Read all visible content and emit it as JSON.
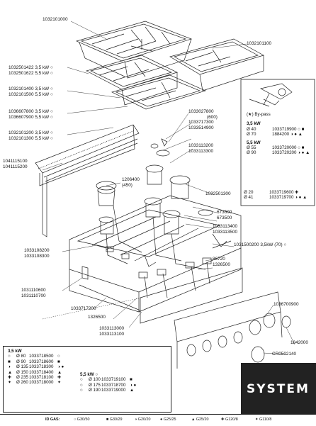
{
  "callouts": {
    "grid_top": "1032101000",
    "grid_right": "1032101100",
    "burner_a_1": "1032501422",
    "burner_a_1_power": "3,5 kW",
    "burner_a_2": "1032501622",
    "burner_a_2_power": "5,5 kW",
    "burner_b_1": "1032101400",
    "burner_b_1_power": "3,5 kW",
    "burner_b_2": "1032101500",
    "burner_b_2_power": "5,5 kW",
    "burner_c_1": "1036607800",
    "burner_c_1_power": "3,5 kW",
    "burner_c_2": "1036607900",
    "burner_c_2_power": "5,5 kW",
    "burner_d_1": "1032101200",
    "burner_d_1_power": "3,5 kW",
    "burner_d_2": "1032101300",
    "burner_d_2_power": "5,5 kW",
    "panel_1": "1041115100",
    "panel_2": "1041115200",
    "cap_1": "1033027800",
    "cap_1_sub": "(600)",
    "cap_2": "1033717300",
    "cap_3": "1033514900",
    "thermo_1": "1033113200",
    "thermo_2": "1033113300",
    "injector": "1206400",
    "injector_sub": "(450)",
    "pipe": "1032501300",
    "fit_1": "673600",
    "fit_2": "673500",
    "valve_1": "1033113400",
    "valve_2": "1033113500",
    "nozzle": "1031500200",
    "nozzle_extra": "3,5kW (70)",
    "seal_1": "86720",
    "seal_2": "1326500",
    "frame_1": "1033108200",
    "frame_2": "1033108300",
    "side_1": "1031110600",
    "side_2": "1031110700",
    "tap_1": "1033717200",
    "tap_2": "1326500",
    "thermocouple_1": "1033113000",
    "thermocouple_2": "1033113100",
    "knob": "1036700900",
    "ring": "1842000",
    "knob_set": "CR0502140"
  },
  "bypass_box": {
    "bypass_label": "(★) By-pass",
    "group1_title": "3,5 kW",
    "group1_rows": [
      {
        "dia": "Ø 40",
        "code": "1033719900",
        "gas": "○ ■"
      },
      {
        "dia": "Ø 70",
        "code": "1884200",
        "gas": "◑ ● ▲"
      }
    ],
    "group2_title": "5,5 kW",
    "group2_rows": [
      {
        "dia": "Ø 55",
        "code": "1033720000",
        "gas": "○ ■"
      },
      {
        "dia": "Ø 90",
        "code": "1033720200",
        "gas": "◑ ● ▲"
      }
    ],
    "extra_rows": [
      {
        "dia": "Ø 20",
        "code": "1033719600",
        "gas": "✚"
      },
      {
        "dia": "Ø 41",
        "code": "1033719700",
        "gas": "◑ ● ▲"
      }
    ]
  },
  "injector_box": {
    "left_title": "3,5 kW",
    "left_rows": [
      {
        "sym": "○",
        "dia": "Ø 80",
        "code": "1033718500",
        "gas": "○"
      },
      {
        "sym": "■",
        "dia": "Ø 90",
        "code": "1033718600",
        "gas": "■"
      },
      {
        "sym": "◑",
        "dia": "Ø 135",
        "code": "1033718300",
        "gas": "◑ ●"
      },
      {
        "sym": "▲",
        "dia": "Ø 150",
        "code": "1033718400",
        "gas": "▲"
      },
      {
        "sym": "✚",
        "dia": "Ø 235",
        "code": "1033718100",
        "gas": "✚"
      },
      {
        "sym": "✦",
        "dia": "Ø 260",
        "code": "1033718000",
        "gas": "✦"
      }
    ],
    "right_title": "5,5 kW",
    "right_rows": [
      {
        "dia": "Ø 100",
        "code": "1033719100",
        "gas": "■"
      },
      {
        "dia": "Ø 175",
        "code": "1033718700",
        "gas": "◑ ●"
      },
      {
        "dia": "Ø 190",
        "code": "1033719000",
        "gas": "▲"
      }
    ]
  },
  "legend": {
    "title": "ID GAS:",
    "items": [
      {
        "sym": "○",
        "name": "G30/50"
      },
      {
        "sym": "■",
        "name": "G30/29"
      },
      {
        "sym": "◑",
        "name": "G20/20"
      },
      {
        "sym": "●",
        "name": "G25/25"
      },
      {
        "sym": "▲",
        "name": "G25/20"
      },
      {
        "sym": "✚",
        "name": "G120/8"
      },
      {
        "sym": "✦",
        "name": "G110/8"
      }
    ]
  },
  "logo": {
    "word": "SYSTEM"
  }
}
